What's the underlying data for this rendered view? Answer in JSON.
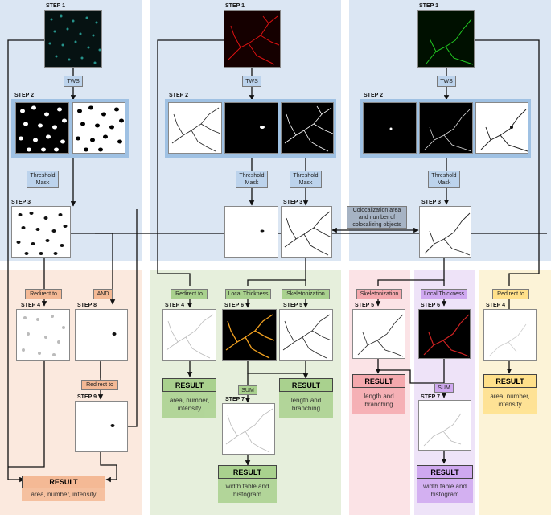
{
  "colors": {
    "top_bg": "#dbe6f3",
    "orange_bg": "#fbe9de",
    "green_bg": "#e6efdc",
    "pink_bg": "#fbe3e6",
    "purple_bg": "#eee3f8",
    "yellow_bg": "#fcf3d7",
    "tws_box": "#bcd3ec",
    "step2_frame": "#9fc1e3",
    "orange_box": "#f4b995",
    "green_box": "#a9d18e",
    "pink_box": "#f4a8ad",
    "purple_box": "#cfa8f0",
    "yellow_box": "#ffe08a"
  },
  "labels": {
    "step1": "STEP 1",
    "step2": "STEP 2",
    "step3": "STEP 3",
    "step4": "STEP 4",
    "step5": "STEP 5",
    "step6": "STEP 6",
    "step7": "STEP 7",
    "step8": "STEP 8",
    "step9": "STEP 9",
    "tws": "TWS",
    "threshold_mask": "Threshold Mask",
    "colocalization": "Colocalization area and number of colocalizing objects",
    "redirect_to": "Redirect to",
    "and": "AND",
    "local_thickness": "Local Thickness",
    "skeletonization": "Skeletonization",
    "sum": "SUM",
    "result": "RESULT"
  },
  "results": {
    "orange": "area, number, intensity",
    "green_area": "area, number, intensity",
    "green_length": "length and branching",
    "green_width": "width table and histogram",
    "pink_length": "length and branching",
    "purple_width": "width table and histogram",
    "yellow_area": "area, number, intensity"
  }
}
